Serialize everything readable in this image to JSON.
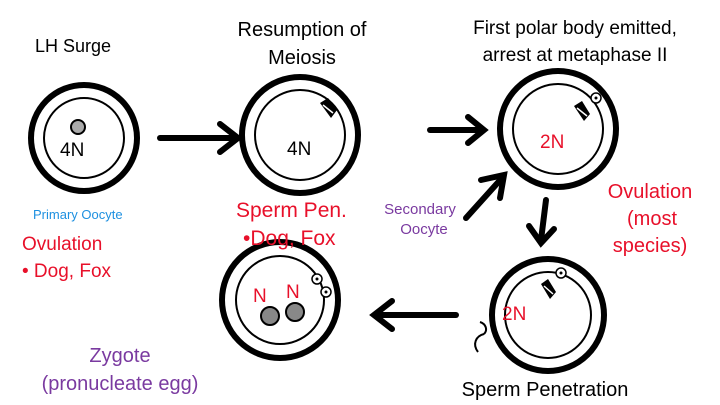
{
  "labels": {
    "lh_surge": "LH Surge",
    "resumption_line1": "Resumption of",
    "resumption_line2": "Meiosis",
    "polar_line1": "First polar body emitted,",
    "polar_line2": "arrest at metaphase II",
    "ploidy_4n_a": "4N",
    "ploidy_4n_b": "4N",
    "ploidy_2n_a": "2N",
    "ploidy_2n_b": "2N",
    "ploidy_n_a": "N",
    "ploidy_n_b": "N",
    "primary_oocyte": "Primary Oocyte",
    "ovulation_dogfox_line1": "Ovulation",
    "ovulation_dogfox_line2": "• Dog, Fox",
    "sperm_pen_line1": "Sperm Pen.",
    "sperm_pen_line2": "•Dog, Fox",
    "secondary_line1": "Secondary",
    "secondary_line2": "Oocyte",
    "ovulation_most_line1": "Ovulation",
    "ovulation_most_line2": "(most",
    "ovulation_most_line3": "species)",
    "zygote_line1": "Zygote",
    "zygote_line2": "(pronucleate egg)",
    "sperm_penetration": "Sperm Penetration"
  },
  "colors": {
    "ink": "#000000",
    "red": "#e8102a",
    "blue": "#1e90e0",
    "purple": "#7a3aa0",
    "nucleus_gray": "#aaaaaa",
    "pronucleus_gray": "#888888"
  }
}
